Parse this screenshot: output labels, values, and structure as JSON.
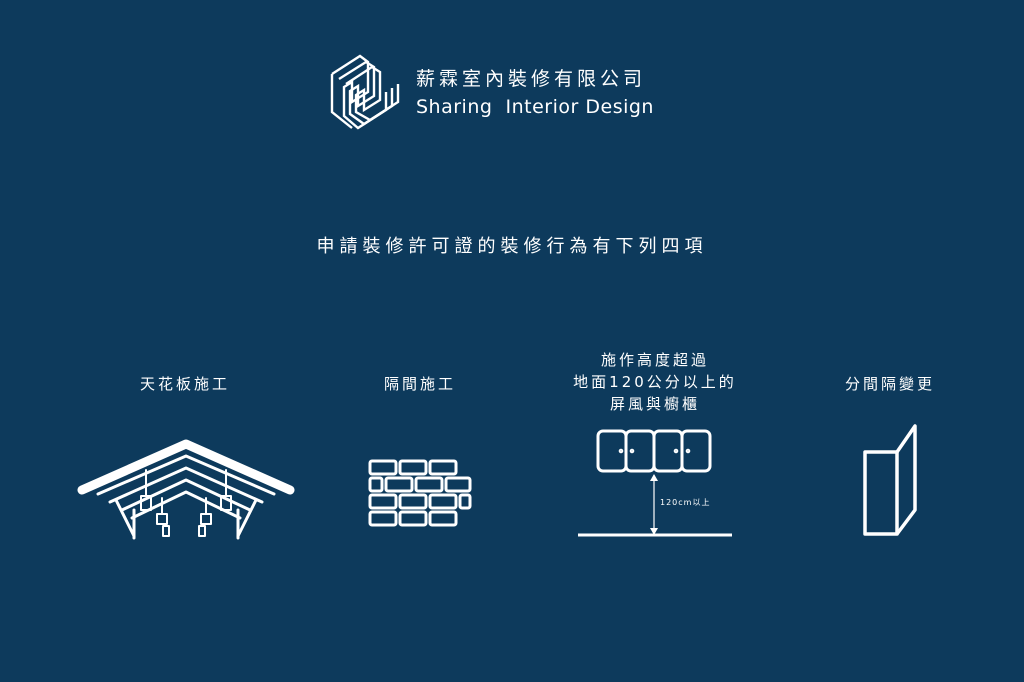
{
  "brand": {
    "name_zh": "薪霖室內裝修有限公司",
    "name_en": "Sharing  Interior Design"
  },
  "headline": "申請裝修許可證的裝修行為有下列四項",
  "items": [
    {
      "title": "天花板施工",
      "icon": "ceiling-icon"
    },
    {
      "title": "隔間施工",
      "icon": "brick-wall-icon"
    },
    {
      "title_lines": [
        "施作高度超過",
        "地面120公分以上的",
        "屏風與櫥櫃"
      ],
      "icon": "cabinet-icon",
      "measure_label": "120cm以上"
    },
    {
      "title": "分間隔變更",
      "icon": "partition-icon"
    }
  ],
  "colors": {
    "background": "#0d3a5c",
    "foreground": "#ffffff"
  }
}
